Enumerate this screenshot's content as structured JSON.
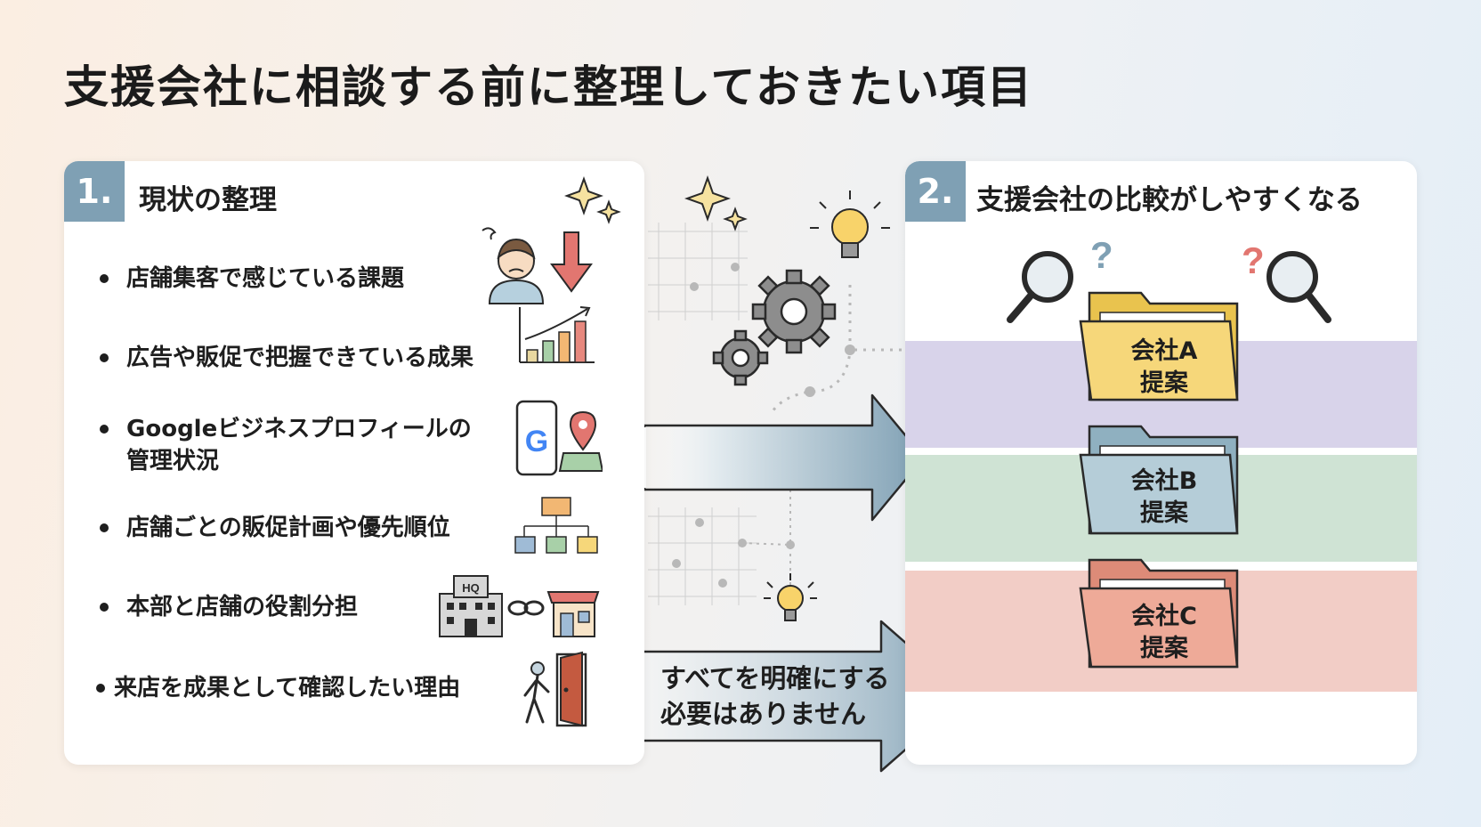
{
  "title": "支援会社に相談する前に整理しておきたい項目",
  "left_panel": {
    "number": "1.",
    "heading": "現状の整理",
    "items": [
      {
        "lines": [
          "店舗集客で感じている課題"
        ],
        "icon": "worried-person-down-arrow-icon"
      },
      {
        "lines": [
          "広告や販促で把握できている成果"
        ],
        "icon": "growth-bar-chart-icon"
      },
      {
        "lines": [
          "Googleビジネスプロフィールの",
          "管理状況"
        ],
        "icon": "google-phone-map-icon"
      },
      {
        "lines": [
          "店舗ごとの販促計画や優先順位"
        ],
        "icon": "org-chart-icon"
      },
      {
        "lines": [
          "本部と店舗の役割分担"
        ],
        "icon": "hq-link-store-icon"
      },
      {
        "lines": [
          "来店を成果として確認したい理由"
        ],
        "icon": "person-entering-door-icon"
      }
    ]
  },
  "right_panel": {
    "number": "2.",
    "heading": "支援会社の比較がしやすくなる",
    "folders": [
      {
        "lines": [
          "会社A",
          "提案"
        ],
        "color": "#f6d77a",
        "band": "#d8d3ea"
      },
      {
        "lines": [
          "会社B",
          "提案"
        ],
        "color": "#b5cdd8",
        "band": "#cfe3d4"
      },
      {
        "lines": [
          "会社C",
          "提案"
        ],
        "color": "#eeaa98",
        "band": "#f2cdc6"
      }
    ]
  },
  "callout": {
    "lines": [
      "すべてを明確にする",
      "必要はありません"
    ]
  },
  "colors": {
    "badge": "#7fa0b4",
    "arrow_gradient_start": "#ffffff",
    "arrow_gradient_end": "#7fa0b4"
  }
}
